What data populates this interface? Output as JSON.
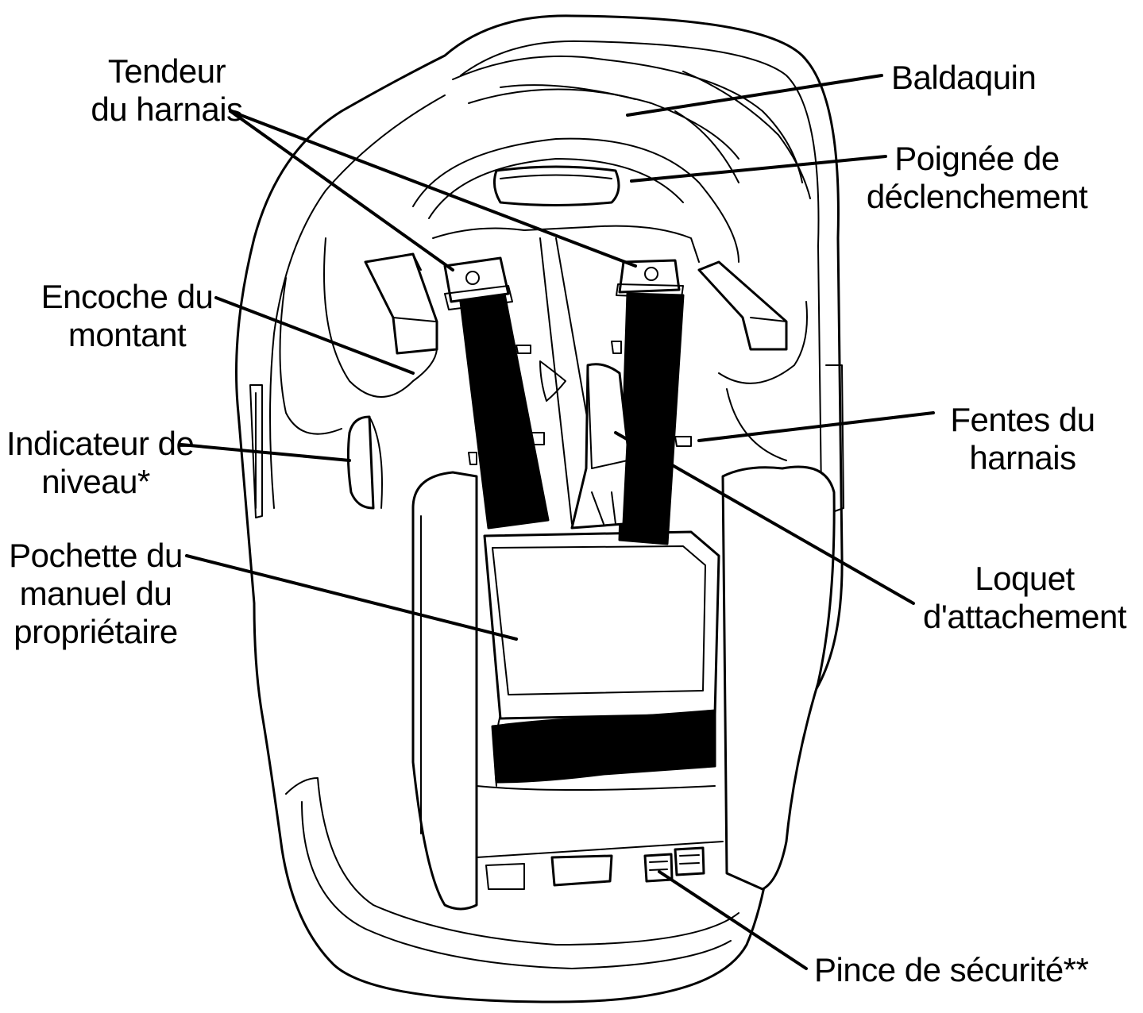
{
  "labels": {
    "harness_tightener": [
      "Tendeur",
      "du harnais"
    ],
    "canopy": "Baldaquin",
    "release_handle": [
      "Poignée de",
      "déclenchement"
    ],
    "upright_notch": [
      "Encoche du",
      "montant"
    ],
    "level_indicator": [
      "Indicateur de",
      "niveau*"
    ],
    "owner_manual_pocket": [
      "Pochette du",
      "manuel du",
      "propriétaire"
    ],
    "harness_slots": [
      "Fentes du",
      "harnais"
    ],
    "attachment_latch": [
      "Loquet",
      "d'attachement"
    ],
    "safety_clip": "Pince de sécurité**"
  },
  "style": {
    "line_color": "#000000",
    "background": "#ffffff",
    "strap_color": "#000000"
  }
}
